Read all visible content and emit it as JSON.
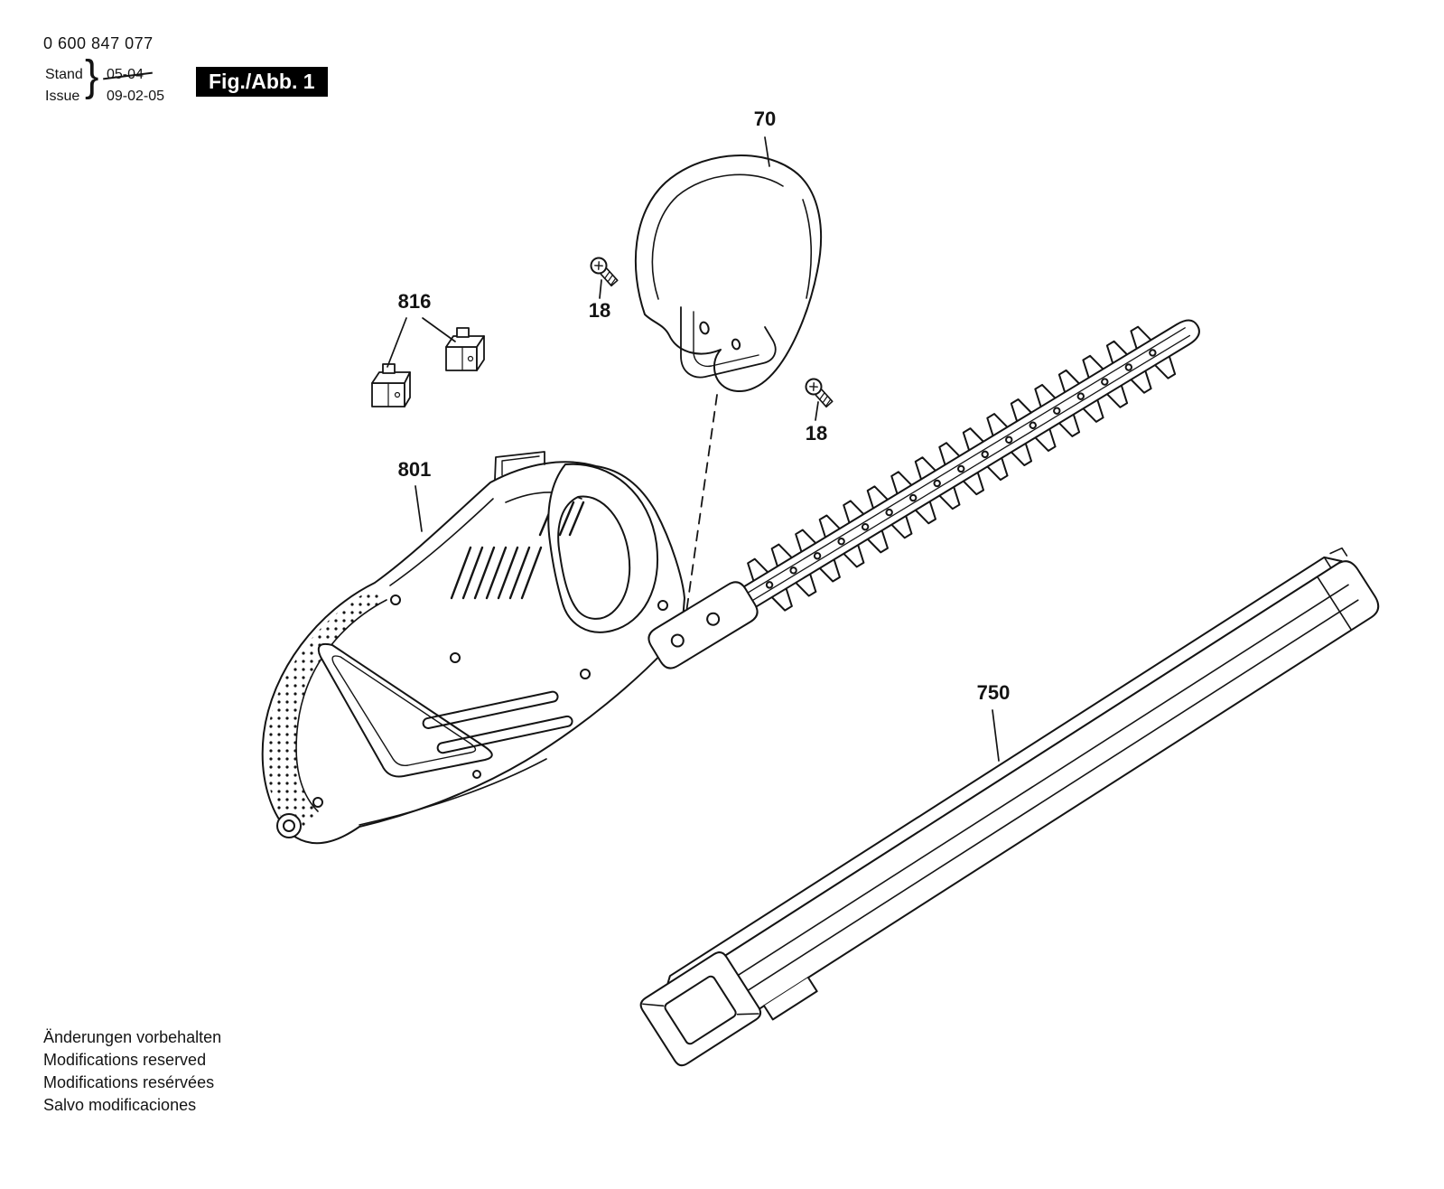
{
  "page": {
    "background": "#ffffff",
    "ink": "#141414"
  },
  "header": {
    "part_number": "0 600 847 077",
    "stand_label": "Stand",
    "stand_value": "05-04",
    "issue_label": "Issue",
    "issue_value": "09-02-05",
    "brace": "}",
    "figure_label": "Fig./Abb. 1",
    "figure_badge_bg": "#000000",
    "figure_badge_text": "#ffffff"
  },
  "callouts": {
    "guard": "70",
    "screw_top": "18",
    "screw_bottom": "18",
    "switch": "816",
    "housing": "801",
    "sheath": "750"
  },
  "footer": {
    "notes": [
      "Änderungen vorbehalten",
      "Modifications reserved",
      "Modifications resérvées",
      "Salvo modificaciones"
    ]
  }
}
